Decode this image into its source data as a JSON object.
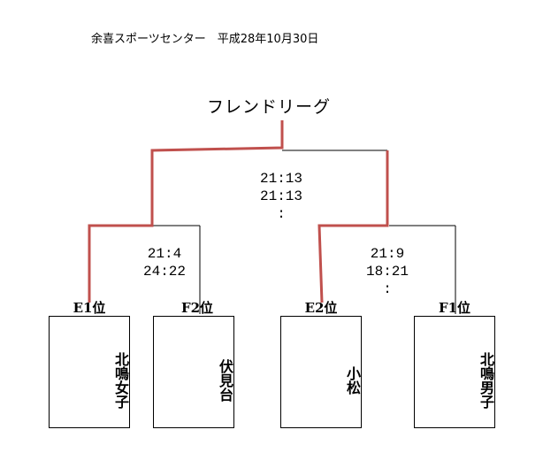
{
  "header": {
    "venue_date": "余喜スポーツセンター　平成28年10月30日"
  },
  "title": "フレンドリーグ",
  "colors": {
    "winner_line": "#c0504d",
    "line": "#000000"
  },
  "final": {
    "scores": [
      "21:13",
      "21:13",
      ":"
    ]
  },
  "semifinal_left": {
    "scores": [
      "21:4",
      "24:22"
    ]
  },
  "semifinal_right": {
    "scores": [
      "21:9",
      "18:21",
      ":"
    ]
  },
  "teams": [
    {
      "rank": "E1位",
      "name": "北鳴女子"
    },
    {
      "rank": "F2位",
      "name": "伏見台"
    },
    {
      "rank": "E2位",
      "name": "小松"
    },
    {
      "rank": "F1位",
      "name": "北鳴男子"
    }
  ]
}
